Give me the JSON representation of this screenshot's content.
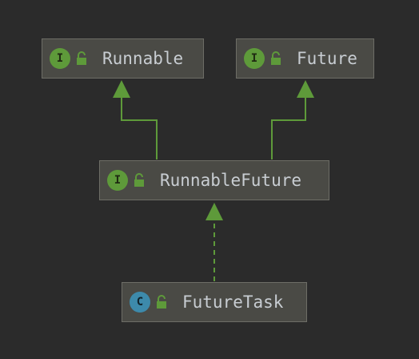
{
  "diagram": {
    "nodes": [
      {
        "id": "runnable",
        "label": "Runnable",
        "kind": "I"
      },
      {
        "id": "future",
        "label": "Future",
        "kind": "I"
      },
      {
        "id": "runnable_future",
        "label": "RunnableFuture",
        "kind": "I"
      },
      {
        "id": "future_task",
        "label": "FutureTask",
        "kind": "C"
      }
    ],
    "edges": [
      {
        "from": "runnable_future",
        "to": "runnable",
        "type": "extends"
      },
      {
        "from": "runnable_future",
        "to": "future",
        "type": "extends"
      },
      {
        "from": "future_task",
        "to": "runnable_future",
        "type": "implements"
      }
    ]
  },
  "colors": {
    "background": "#2b2b2b",
    "node_fill": "#4a4a45",
    "node_border": "#6d6d66",
    "edge": "#5e9a3a",
    "interface_badge": "#5e9a3a",
    "class_badge": "#3d8aab",
    "text": "#c8cdd2"
  },
  "icons": {
    "interface_badge": "interface-badge-icon",
    "class_badge": "class-badge-icon",
    "visibility": "public-lock-icon"
  }
}
